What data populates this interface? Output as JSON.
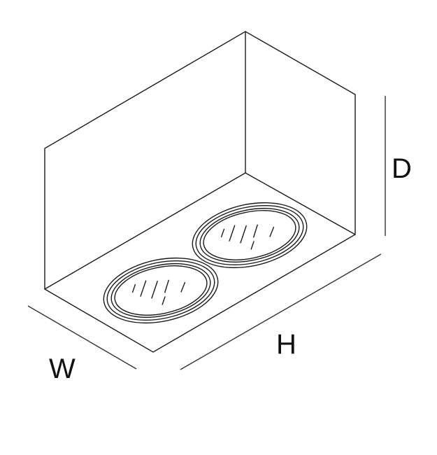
{
  "dimensions": {
    "depth_label": "D",
    "length_label": "H",
    "width_label": "W"
  },
  "lamps": 2,
  "colors": {
    "line": "#1a1a1a",
    "background": "#ffffff"
  }
}
